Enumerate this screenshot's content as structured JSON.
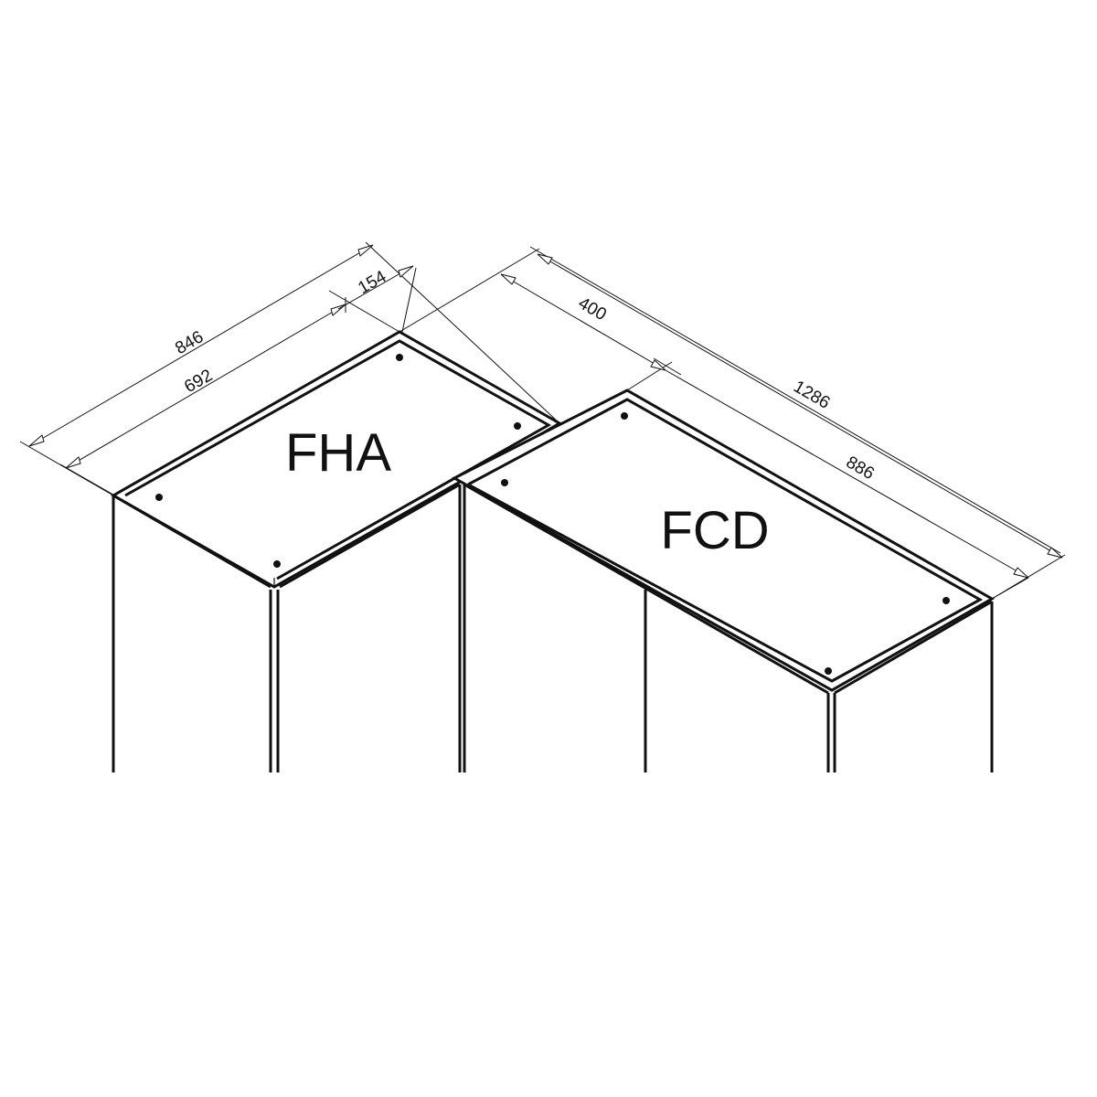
{
  "labels": {
    "fha": "FHA",
    "fcd": "FCD"
  },
  "dimensions": {
    "fha_total": "846",
    "fha_top": "692",
    "fha_offset": "154",
    "fcd_offset": "400",
    "fcd_total": "1286",
    "fcd_top": "886"
  },
  "colors": {
    "stroke": "#111111",
    "background": "#ffffff"
  }
}
